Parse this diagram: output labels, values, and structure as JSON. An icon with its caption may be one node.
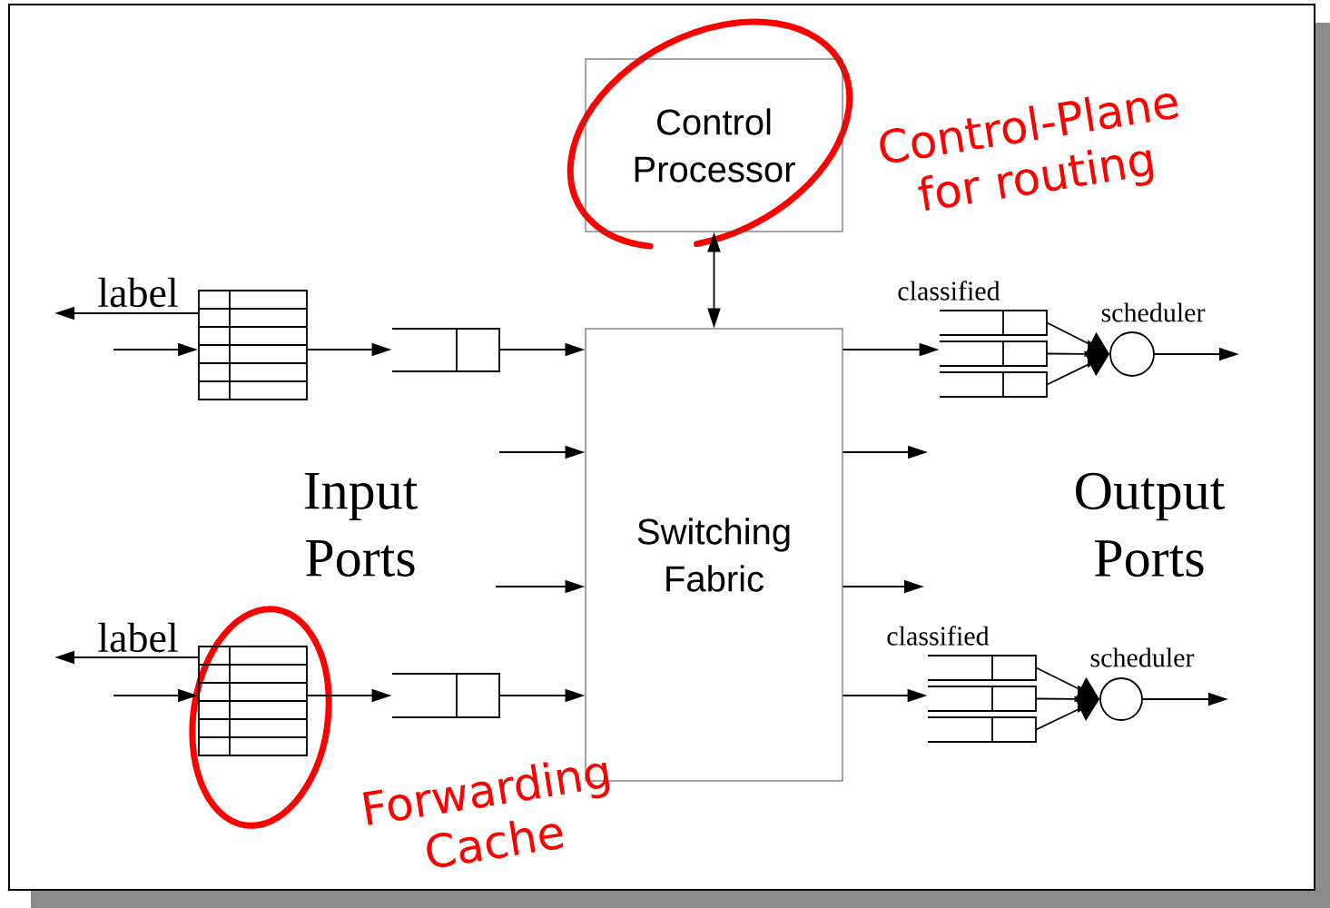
{
  "diagram": {
    "nodes": [
      {
        "text": [
          "Control Processor"
        ]
      },
      {
        "text": [
          "Switching Fabric"
        ]
      },
      {
        "text": [],
        "shape": "table"
      },
      {
        "text": [],
        "shape": "box"
      },
      {
        "text": [],
        "shape": "table"
      },
      {
        "text": [],
        "shape": "box"
      },
      {
        "text": [],
        "shape": "box"
      },
      {
        "text": [],
        "shape": "box"
      },
      {
        "text": [],
        "shape": "box"
      },
      {
        "text": [],
        "shape": "circle",
        "beside": [
          "scheduler"
        ]
      },
      {
        "text": [],
        "shape": "box"
      },
      {
        "text": [],
        "shape": "box"
      },
      {
        "text": [],
        "shape": "box"
      },
      {
        "text": [],
        "shape": "circle",
        "beside": [
          "scheduler"
        ]
      }
    ],
    "edges": [
      {
        "from": null,
        "to": 2,
        "arrow": "to"
      },
      {
        "from": 2,
        "to": 3,
        "arrow": "to"
      },
      {
        "from": 3,
        "to": 1,
        "arrow": "to"
      },
      {
        "from": null,
        "to": 1,
        "arrow": "to"
      },
      {
        "from": null,
        "to": 1,
        "arrow": "to"
      },
      {
        "from": null,
        "to": 4,
        "arrow": "to"
      },
      {
        "from": 4,
        "to": 5,
        "arrow": "to"
      },
      {
        "from": 5,
        "to": 1,
        "arrow": "to"
      },
      {
        "from": 0,
        "to": 1,
        "arrow": "both"
      },
      {
        "from": 2,
        "to": null,
        "arrow": "to",
        "label": "label"
      },
      {
        "from": 4,
        "to": null,
        "arrow": "to",
        "label": "label"
      },
      {
        "from": 1,
        "to": 7,
        "arrow": "to"
      },
      {
        "from": 1,
        "to": null,
        "arrow": "to"
      },
      {
        "from": 1,
        "to": null,
        "arrow": "to"
      },
      {
        "from": 1,
        "to": 11,
        "arrow": "to"
      },
      {
        "from": 6,
        "to": 9,
        "arrow": "to"
      },
      {
        "from": 7,
        "to": 9,
        "arrow": "to"
      },
      {
        "from": 8,
        "to": 9,
        "arrow": "to"
      },
      {
        "from": 9,
        "to": null,
        "arrow": "to"
      },
      {
        "from": 10,
        "to": 13,
        "arrow": "to"
      },
      {
        "from": 11,
        "to": 13,
        "arrow": "to"
      },
      {
        "from": 12,
        "to": 13,
        "arrow": "to"
      },
      {
        "from": 13,
        "to": null,
        "arrow": "to"
      }
    ],
    "labels": [
      "Control-Plane for routing",
      "classified",
      "Input Ports",
      "Output Ports",
      "classified",
      "Forwarding Cache"
    ]
  }
}
